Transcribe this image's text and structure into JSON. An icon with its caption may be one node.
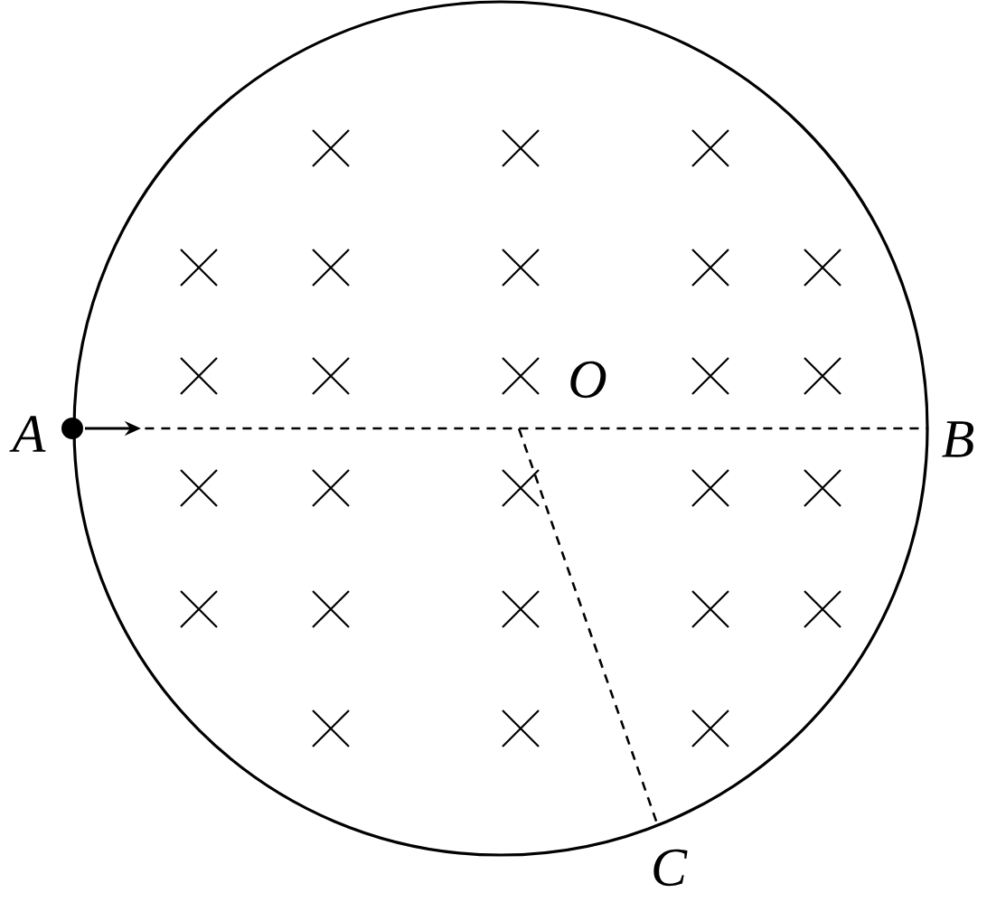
{
  "diagram": {
    "nodes": [
      {
        "text": [
          "A"
        ]
      },
      {
        "text": [
          "B"
        ]
      },
      {
        "text": [
          "O"
        ]
      },
      {
        "text": [
          "C"
        ]
      }
    ],
    "edges": [
      {
        "from": 0,
        "to": 1,
        "arrow": "none",
        "style": "dashed"
      },
      {
        "from": 2,
        "to": 3,
        "arrow": "none",
        "style": "dashed"
      }
    ]
  }
}
